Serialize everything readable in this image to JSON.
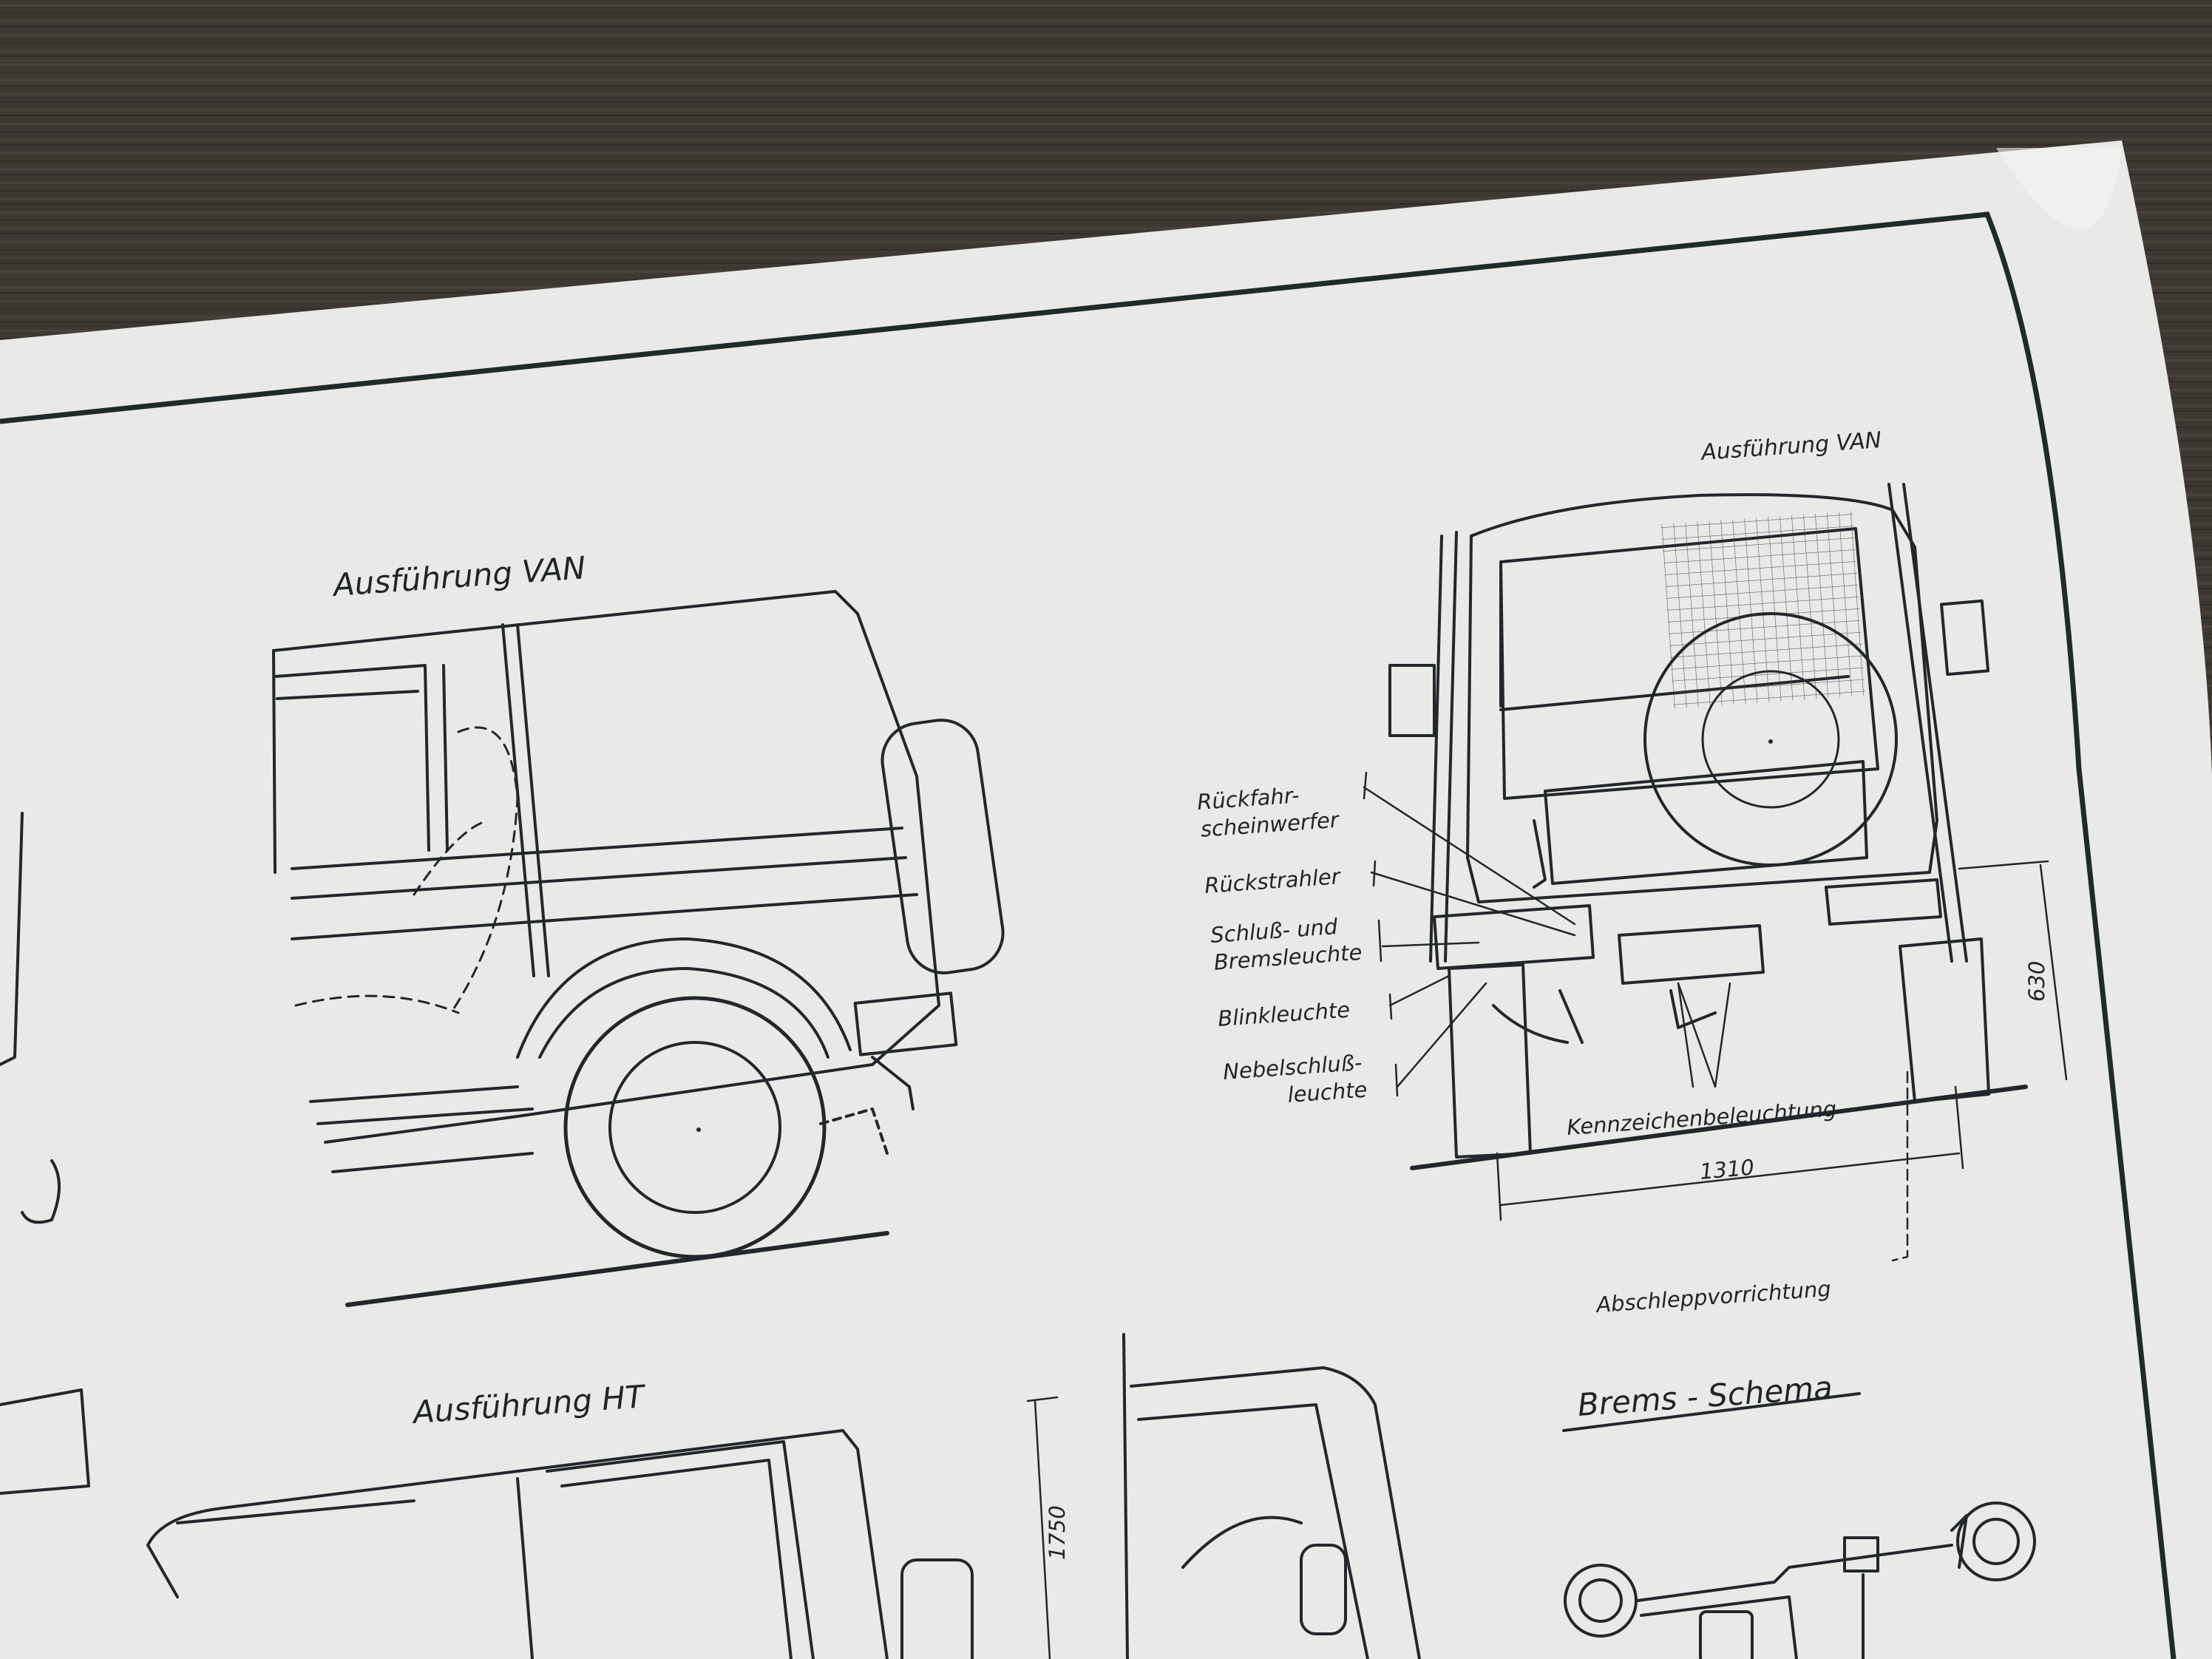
{
  "photo": {
    "colors": {
      "wood": "#3e3833",
      "paper": "#e9e9e7",
      "ink": "#22272b",
      "border": "#1f2a2a"
    }
  },
  "drawing": {
    "side_view_title": "Ausführung   VAN",
    "rear_view_title": "Ausführung  VAN",
    "ht_title": "Ausführung     HT",
    "brake_title": "Brems - Schema",
    "callouts": [
      {
        "lines": [
          "Rückfahr-",
          "scheinwerfer"
        ]
      },
      {
        "lines": [
          "Rückstrahler"
        ]
      },
      {
        "lines": [
          "Schluß-  und",
          "Bremsleuchte"
        ]
      },
      {
        "lines": [
          "Blinkleuchte"
        ]
      },
      {
        "lines": [
          "Nebelschluß-",
          "leuchte"
        ]
      }
    ],
    "license_light_label": "Kennzeichenbeleuchtung",
    "track_width": "1310",
    "height_dim": "630",
    "tow_label": "Abschleppvorrichtung",
    "ht_height_dim": "1750"
  }
}
